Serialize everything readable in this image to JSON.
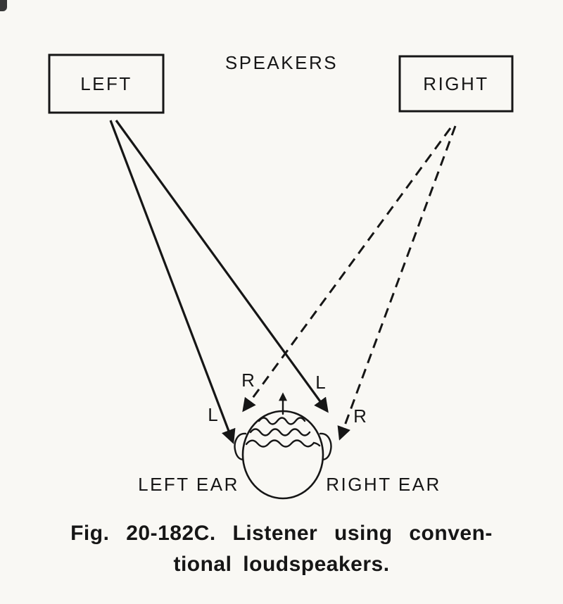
{
  "colors": {
    "paper": "#f9f8f4",
    "ink": "#161616"
  },
  "header": {
    "speakers_label": "SPEAKERS"
  },
  "speakers": {
    "left_label": "LEFT",
    "right_label": "RIGHT"
  },
  "ears": {
    "left_label": "LEFT EAR",
    "right_label": "RIGHT EAR"
  },
  "signal_labels": {
    "left_direct": "L",
    "left_cross": "L",
    "right_cross": "R",
    "right_direct": "R"
  },
  "caption": {
    "line1": "Fig. 20-182C. Listener using conven-",
    "line2": "tional loudspeakers."
  }
}
